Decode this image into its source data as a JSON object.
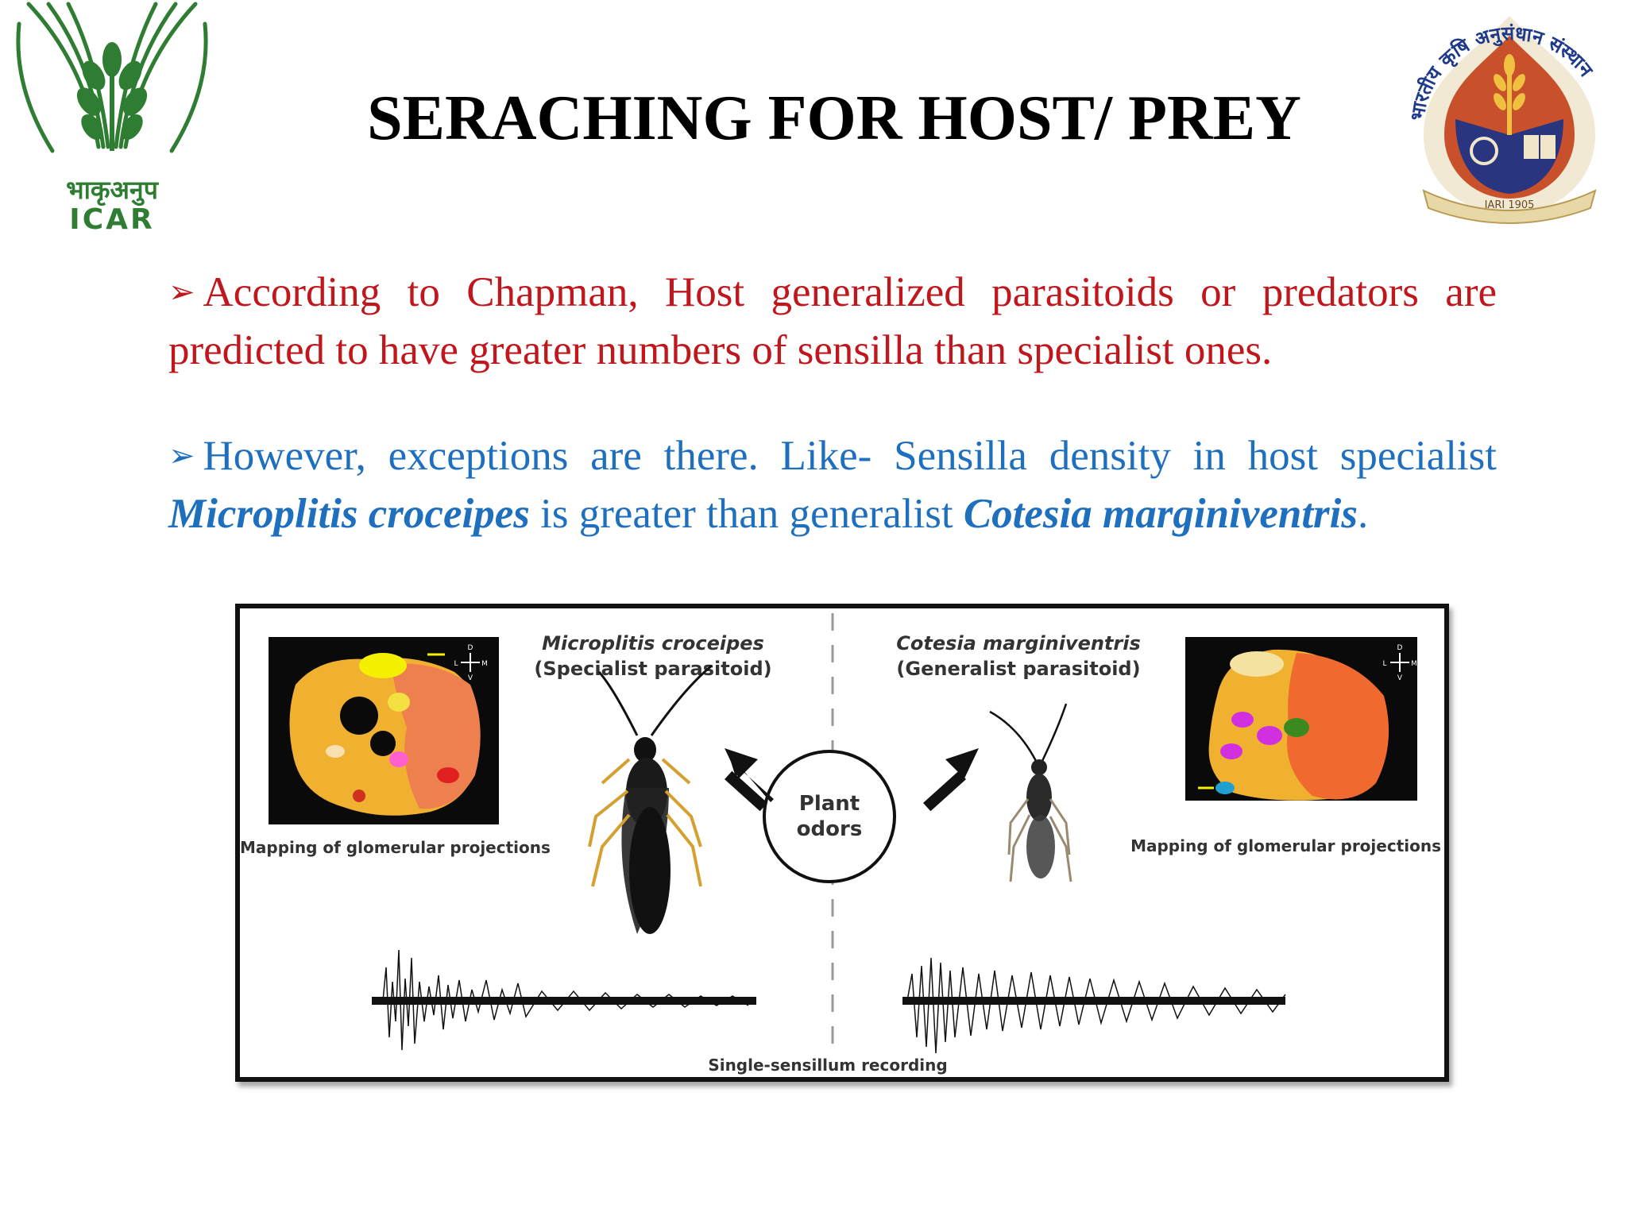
{
  "slide": {
    "title": "SERACHING FOR HOST/ PREY",
    "logos": {
      "left": {
        "name": "ICAR logo",
        "hindi_text": "भाकृअनुप",
        "text": "ICAR",
        "color": "#2e7d32"
      },
      "right": {
        "name": "IARI emblem",
        "arc_text": "भारतीय कृषि अनुसंधान संस्थान",
        "ribbon_text": "IARI 1905"
      }
    },
    "bullets": [
      {
        "marker": "➢",
        "color": "#c0171d",
        "text": "According to Chapman, Host generalized parasitoids or predators are predicted to have greater numbers of sensilla than specialist ones."
      },
      {
        "marker": "➢",
        "color": "#1f6fbf",
        "part1": "However, exceptions are there. Like- Sensilla density in host specialist ",
        "species1": "Microplitis croceipes",
        "part2": " is greater than generalist ",
        "species2": "Cotesia marginiventris",
        "part3": "."
      }
    ],
    "figure": {
      "left_species": "Microplitis croceipes",
      "left_role": "(Specialist parasitoid)",
      "right_species": "Cotesia marginiventris",
      "right_role": "(Generalist parasitoid)",
      "center_label_line1": "Plant",
      "center_label_line2": "odors",
      "left_map_caption": "Mapping of glomerular projections",
      "right_map_caption": "Mapping of glomerular projections",
      "bottom_caption": "Single-sensillum recording",
      "axis_d": "D",
      "axis_l": "L",
      "axis_m": "M",
      "axis_v": "V"
    }
  }
}
